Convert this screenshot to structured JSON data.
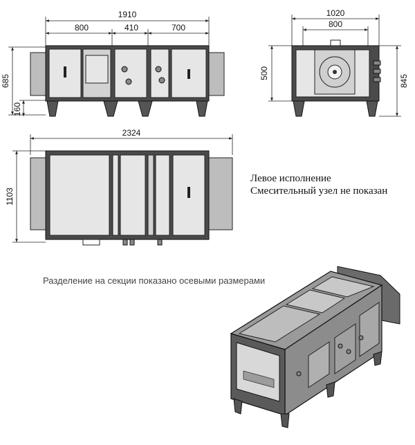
{
  "front_view": {
    "dims": {
      "total_width": "1910",
      "section_1": "800",
      "section_2": "410",
      "section_3": "700",
      "height": "685",
      "leg_height": "160"
    }
  },
  "side_view": {
    "dims": {
      "total_width": "1020",
      "inner_width": "800",
      "body_height": "500",
      "total_height": "845"
    }
  },
  "top_view": {
    "dims": {
      "total_length": "2324",
      "depth": "1103"
    }
  },
  "notes": {
    "line_1": "Левое исполнение",
    "line_2": "Смесительный узел не показан"
  },
  "caption": "Разделение на секции показано осевыми размерами"
}
